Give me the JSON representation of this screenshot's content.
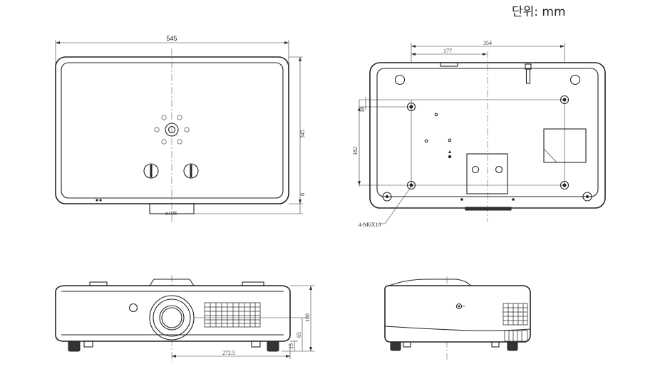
{
  "unit_label": "단위: mm",
  "top_view": {
    "width": "545",
    "depth": "345",
    "offset": "8",
    "lens_diameter": "ø108"
  },
  "bottom_view": {
    "mount_span": "354",
    "mount_offset": "177",
    "mount_depth": "182",
    "mount_edge": "18",
    "screw_note": "4-M6X10"
  },
  "front_view": {
    "height": "189",
    "lens_height": "65",
    "foot_height": "15",
    "lens_offset": "272.5"
  }
}
